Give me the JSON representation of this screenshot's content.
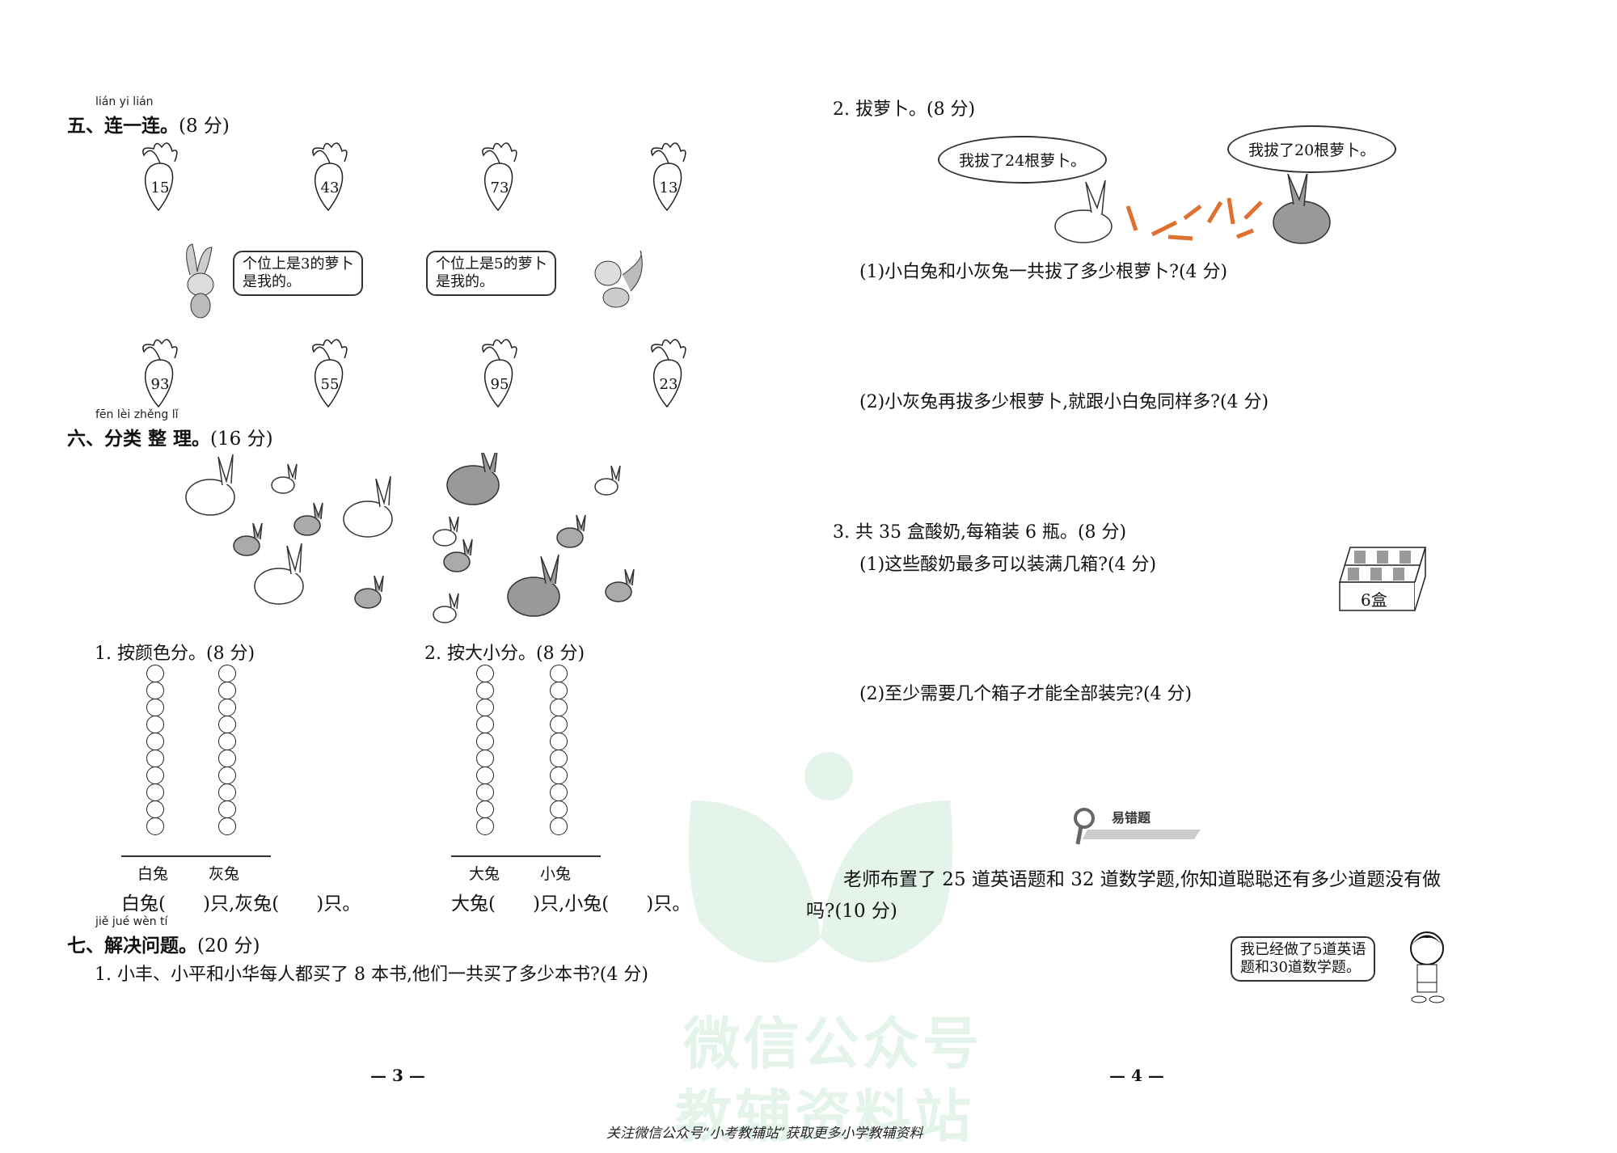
{
  "watermark": {
    "logo": "leaf-person-logo",
    "line1": "微信公众号",
    "line2": "教辅资料站",
    "color": "#e4f4ea"
  },
  "left_page": {
    "section5": {
      "pinyin": "lián yi lián",
      "title": "五、连一连。",
      "points": "(8 分)",
      "top_radishes": [
        "15",
        "43",
        "73",
        "13"
      ],
      "bottom_radishes": [
        "93",
        "55",
        "95",
        "23"
      ],
      "bubble_left": {
        "line1": "个位上是3的萝卜",
        "line2": "是我的。"
      },
      "bubble_right": {
        "line1": "个位上是5的萝卜",
        "line2": "是我的。"
      }
    },
    "section6": {
      "pinyin": "fēn lèi zhěng lǐ",
      "title": "六、分类 整 理。",
      "points": "(16 分)",
      "q1": {
        "label": "1. 按颜色分。(8 分)",
        "col1": "白兔",
        "col2": "灰兔",
        "answer": "白兔(　　)只,灰兔(　　)只。",
        "circles_per_column": 10
      },
      "q2": {
        "label": "2. 按大小分。(8 分)",
        "col1": "大兔",
        "col2": "小兔",
        "answer": "大兔(　　)只,小兔(　　)只。",
        "circles_per_column": 10
      }
    },
    "section7": {
      "pinyin": "jiě jué wèn tí",
      "title": "七、解决问题。",
      "points": "(20 分)",
      "q1": "1. 小丰、小平和小华每人都买了 8 本书,他们一共买了多少本书?(4 分)"
    },
    "page_number": "— 3 —"
  },
  "right_page": {
    "q2": {
      "title": "2. 拔萝卜。(8 分)",
      "bubble_white": "我拔了24根萝卜。",
      "bubble_gray": "我拔了20根萝卜。",
      "sub1": "(1)小白兔和小灰兔一共拔了多少根萝卜?(4 分)",
      "sub2": "(2)小灰兔再拔多少根萝卜,就跟小白兔同样多?(4 分)"
    },
    "q3": {
      "title": "3. 共 35 盒酸奶,每箱装 6 瓶。(8 分)",
      "sub1": "(1)这些酸奶最多可以装满几箱?(4 分)",
      "sub2": "(2)至少需要几个箱子才能全部装完?(4 分)",
      "box_label": "6盒"
    },
    "tricky": {
      "badge": "易错题",
      "question_line1": "老师布置了 25 道英语题和 32 道数学题,你知道聪聪还有多少道题没有做",
      "question_line2": "吗?(10 分)",
      "bubble_line1": "我已经做了5道英语",
      "bubble_line2": "题和30道数学题。"
    },
    "page_number": "— 4 —"
  },
  "footer": "关注微信公众号“小考教辅站”获取更多小学教辅资料"
}
